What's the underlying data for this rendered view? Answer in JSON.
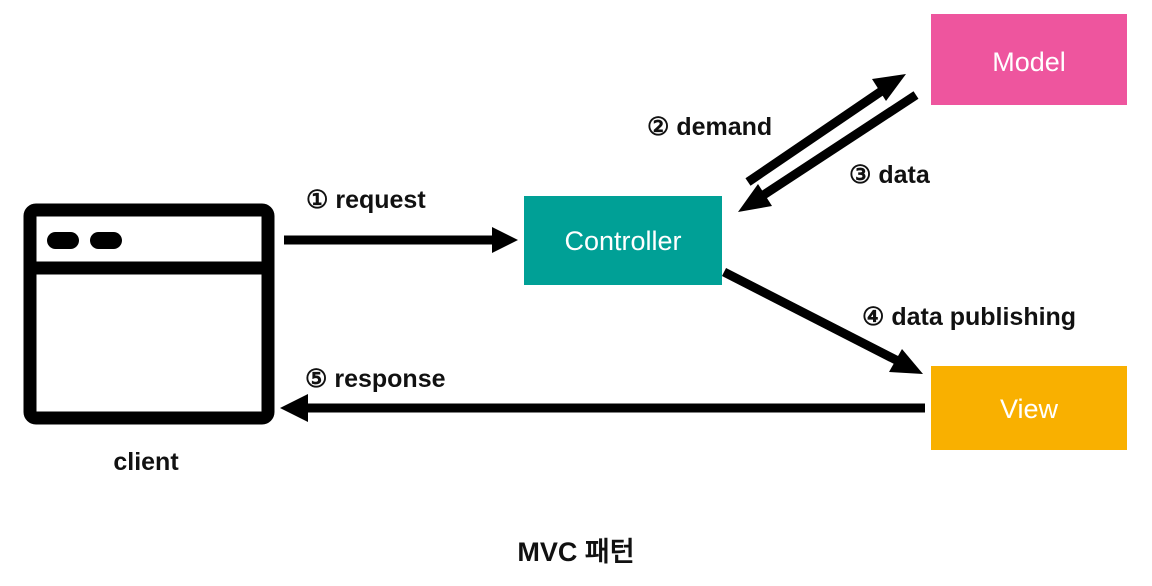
{
  "diagram": {
    "caption": "MVC 패턴",
    "background": "#ffffff",
    "nodes": [
      {
        "id": "client",
        "label": "client",
        "type": "browser-window-icon",
        "color": "#000000"
      },
      {
        "id": "controller",
        "label": "Controller",
        "type": "box",
        "color": "#00A096",
        "text_color": "#ffffff"
      },
      {
        "id": "model",
        "label": "Model",
        "type": "box",
        "color": "#EE559E",
        "text_color": "#ffffff"
      },
      {
        "id": "view",
        "label": "View",
        "type": "box",
        "color": "#F9B000",
        "text_color": "#ffffff"
      }
    ],
    "edges": [
      {
        "id": "request",
        "label": "① request",
        "from": "client",
        "to": "controller",
        "color": "#000000"
      },
      {
        "id": "demand",
        "label": "② demand",
        "from": "controller",
        "to": "model",
        "color": "#000000"
      },
      {
        "id": "data",
        "label": "③ data",
        "from": "model",
        "to": "controller",
        "color": "#000000"
      },
      {
        "id": "data-publishing",
        "label": "④ data publishing",
        "from": "controller",
        "to": "view",
        "color": "#000000"
      },
      {
        "id": "response",
        "label": "⑤ response",
        "from": "view",
        "to": "client",
        "color": "#000000"
      }
    ]
  }
}
